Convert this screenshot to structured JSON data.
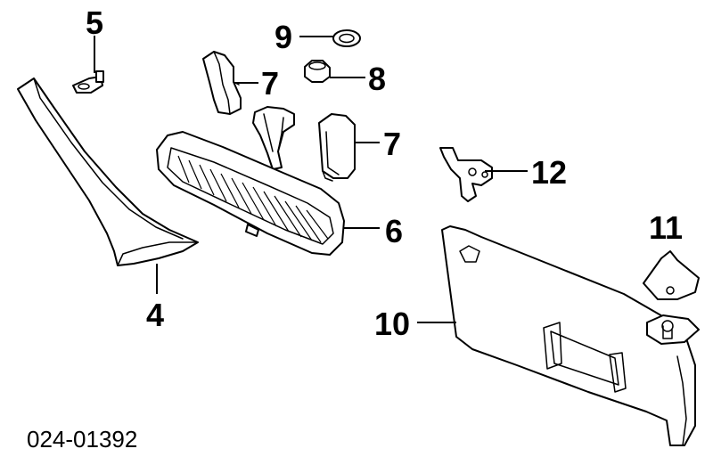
{
  "callouts": {
    "c4": "4",
    "c5": "5",
    "c6": "6",
    "c7a": "7",
    "c7b": "7",
    "c8": "8",
    "c9": "9",
    "c10": "10",
    "c11": "11",
    "c12": "12"
  },
  "document_number": "024-01392",
  "colors": {
    "line": "#000000",
    "background": "#ffffff"
  }
}
